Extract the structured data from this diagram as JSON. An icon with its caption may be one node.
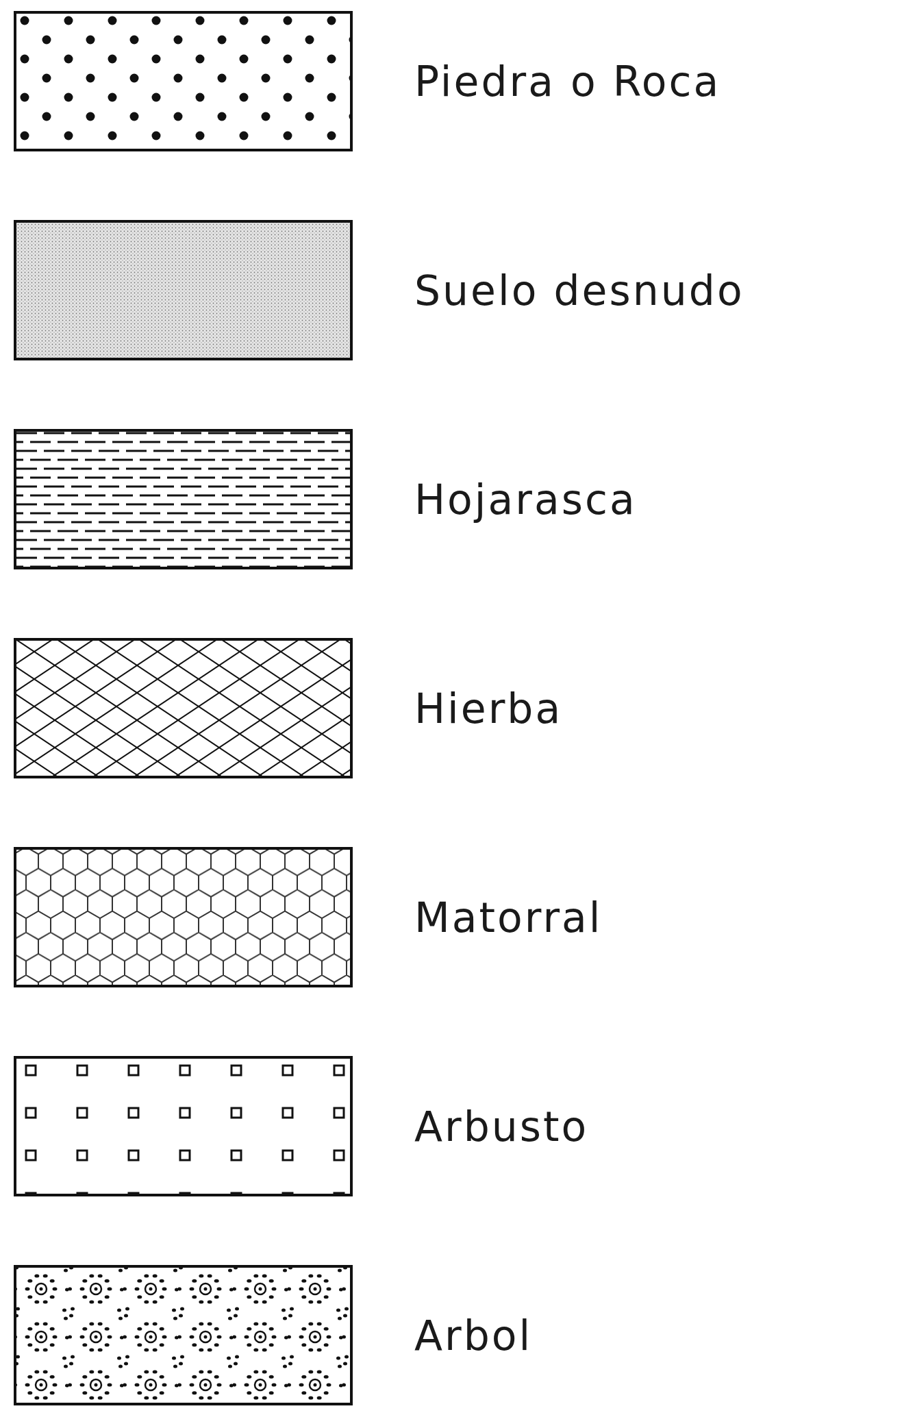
{
  "diagram": {
    "legend": [
      {
        "text": "Piedra o Roca"
      },
      {
        "text": "Suelo desnudo"
      },
      {
        "text": "Hojarasca"
      },
      {
        "text": "Hierba"
      },
      {
        "text": "Matorral"
      },
      {
        "text": "Arbusto"
      },
      {
        "text": "Arbol"
      }
    ]
  }
}
